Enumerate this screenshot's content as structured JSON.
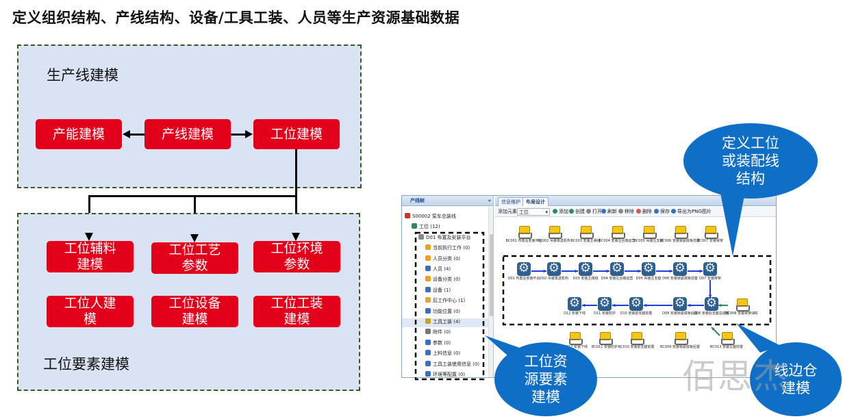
{
  "title": "定义组织结构、产线结构、设备/工具工装、人员等生产资源基础数据",
  "left_diagram": {
    "top_zone_label": "生产线建模",
    "bottom_zone_label": "工位要素建模",
    "boxes": {
      "capacity": "产能建模",
      "line": "产线建模",
      "station": "工位建模",
      "aux": "工位辅料\n建模",
      "process": "工位工艺\n参数",
      "env": "工位环境\n参数",
      "people": "工位人建\n模",
      "equipment": "工位设备\n建模",
      "fixture": "工位工装\n建模"
    }
  },
  "screenshot": {
    "left_panel_title": "产线树",
    "collapse_glyph": "«",
    "tree": [
      {
        "text": "S00002 泵车总装线"
      },
      {
        "text": "工位 (12)"
      },
      {
        "text": "D01 布置及安装平台"
      },
      {
        "text": "当前执行工作 (0)"
      },
      {
        "text": "人员分类 (0)"
      },
      {
        "text": "人员 (4)"
      },
      {
        "text": "设备分类 (0)"
      },
      {
        "text": "设备 (1)"
      },
      {
        "text": "后工作中心 (1)"
      },
      {
        "text": "功能位置 (0)"
      },
      {
        "text": "工具工装 (4)"
      },
      {
        "text": "附件 (0)"
      },
      {
        "text": "参数 (0)"
      },
      {
        "text": "上料信息 (0)"
      },
      {
        "text": "工具工装使用信息 (0)"
      },
      {
        "text": "环境等配置 (0)"
      }
    ],
    "tabs": [
      "信息维护",
      "布局设计"
    ],
    "toolbar": {
      "add_label": "添加元素:",
      "select_value": "工位",
      "buttons": [
        "添加",
        "创建",
        "打开",
        "刷新",
        "移除",
        "删除",
        "保存",
        "导出为PNG图片"
      ]
    },
    "row1_carts": [
      "BC001 布置及安装平台",
      "BC002 吊装泵送机构",
      "BC003 安装主阀组",
      "BC004 安装左台端运营",
      "BC005 吊装左支腿",
      "BC006 安装锁紧底板前置",
      "BC007 安装臂架"
    ],
    "row2_stations": [
      "D01 布置及安装平台",
      "D02 吊装泵送机构",
      "D03 安装主阀组",
      "D04 安装左台端运营",
      "D05 吊装左支腿",
      "D06 安装锁紧底板前置",
      "D07 安装臂架"
    ],
    "row3_stations": [
      "D12 安装下线",
      "D11 安装防护",
      "D10 安装前支腿前置",
      "D09 安装锁紧底板后置",
      "D08 安装后支腿总成置"
    ],
    "row3_cart": "BC008 安装臂架油缸",
    "row4_carts": [
      "BC012 安装下线",
      "BC011 安装防护",
      "BC010 安装前支腿前置",
      "BC009 安装锁紧底板后置",
      "BC013 安装左腿前置"
    ]
  },
  "bubbles": {
    "define": "定义工位\n或装配线\n结构",
    "resource": "工位资\n源要素\n建模",
    "warehouse": "线边仓\n建模"
  },
  "watermark": "佰思杰",
  "colors": {
    "red_box": "#e3001b",
    "zone_fill": "#dae3f3",
    "zone_border": "#385723",
    "bubble": "#0f6fc6",
    "flow_arrow": "#1f3fd6"
  }
}
